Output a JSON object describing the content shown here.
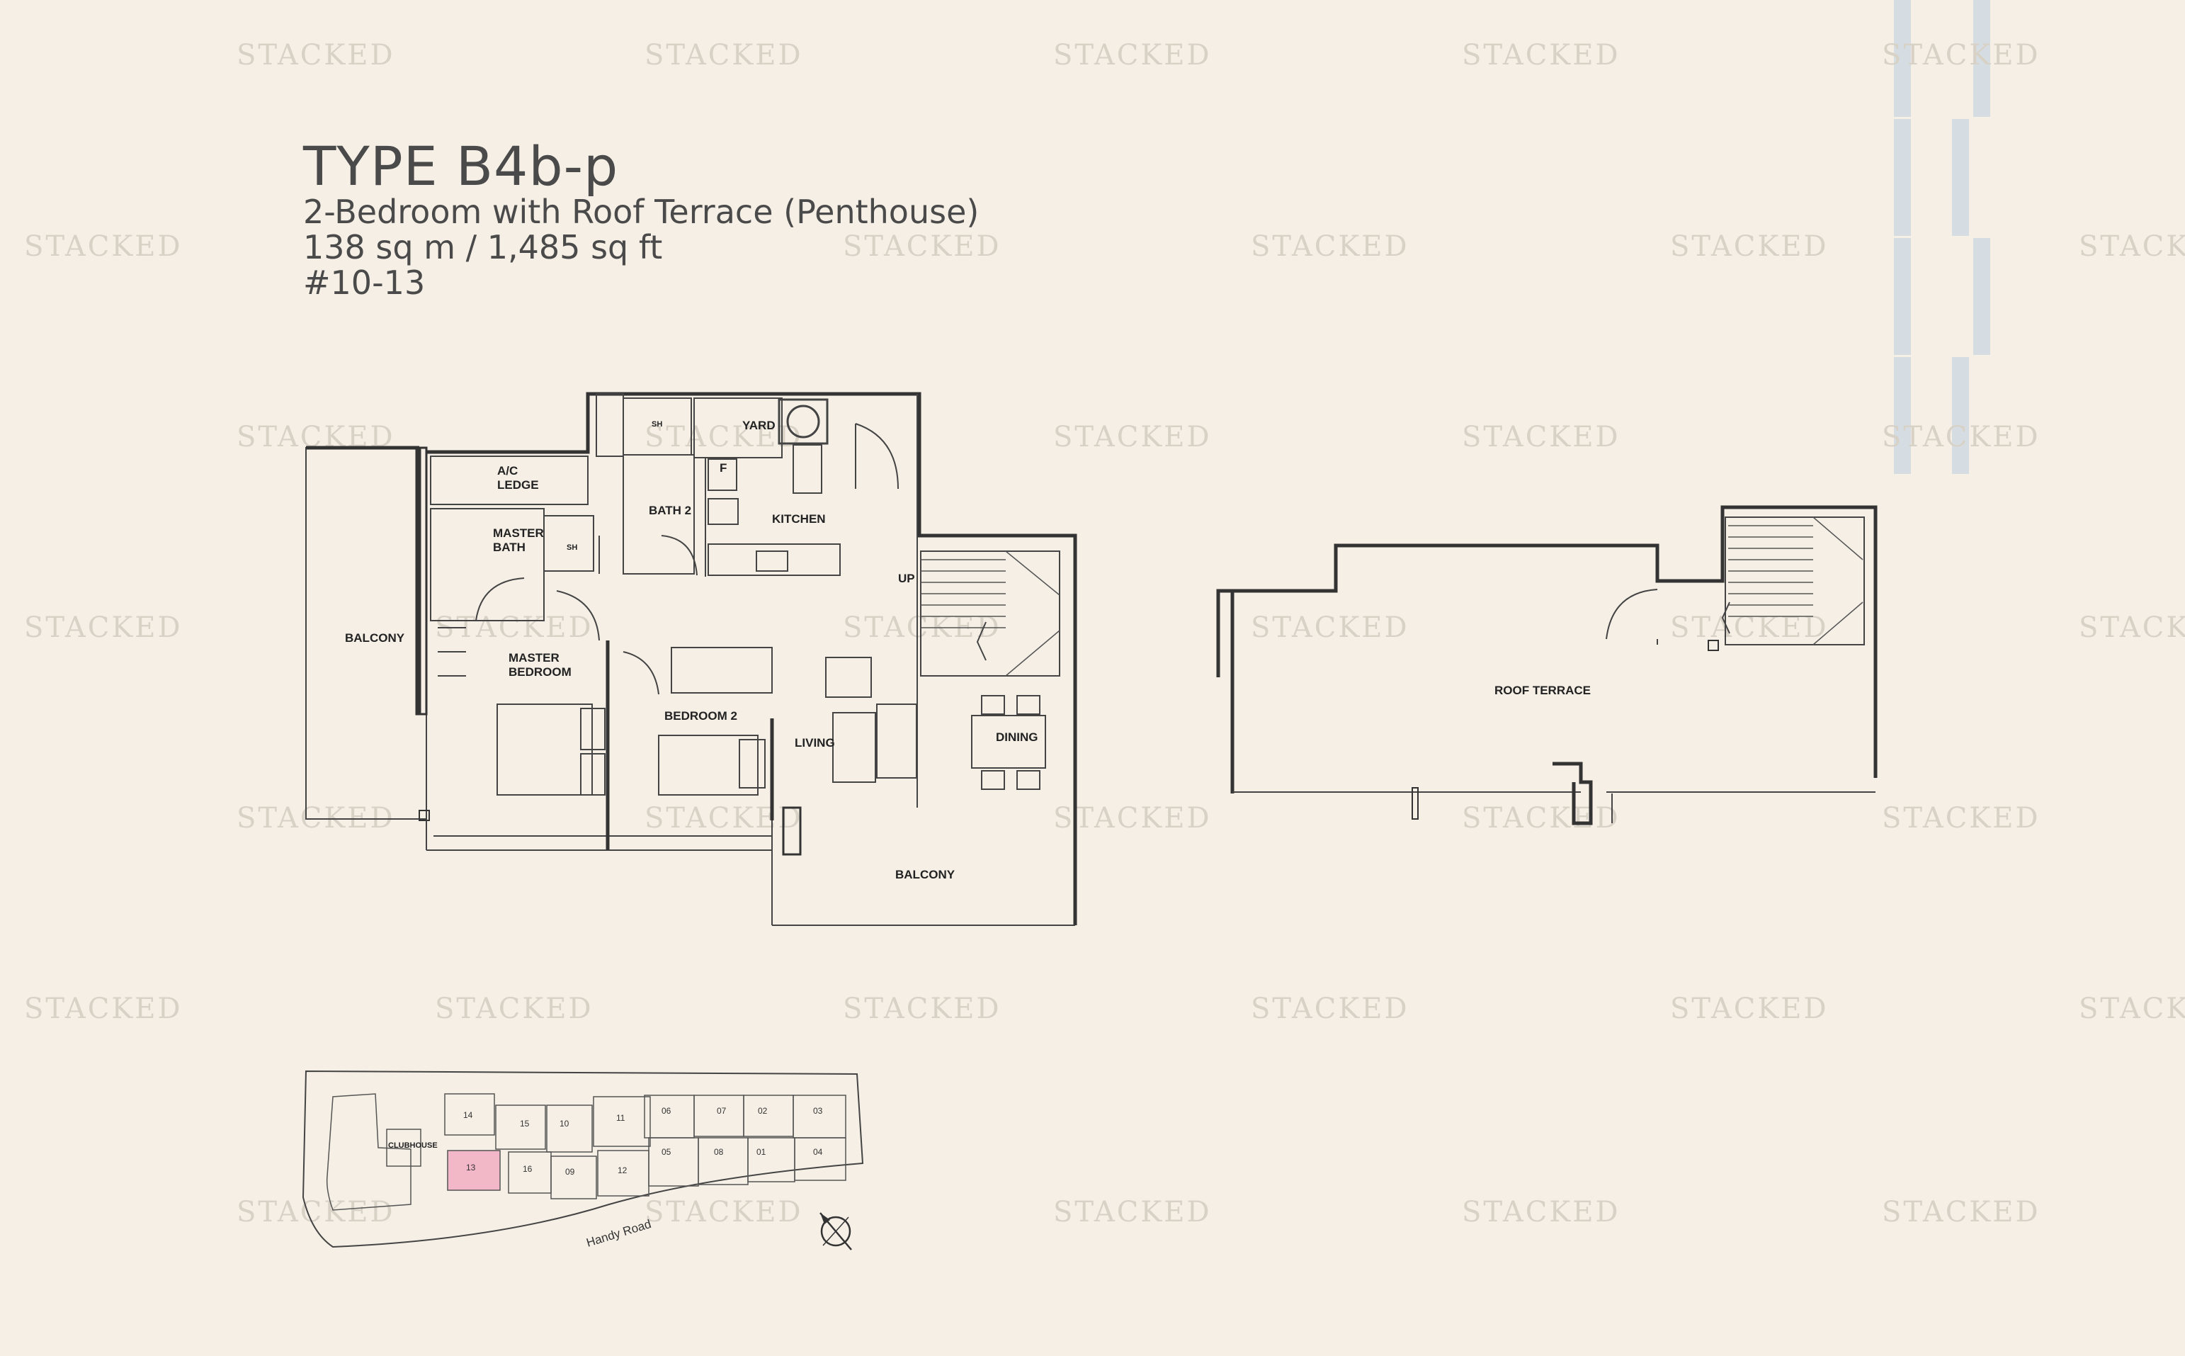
{
  "watermark": "STACKED",
  "header": {
    "unit_type": "TYPE B4b-p",
    "description": "2-Bedroom with Roof Terrace (Penthouse)",
    "area": "138 sq m / 1,485 sq ft",
    "unit_number": "#10-13"
  },
  "lower_floor": {
    "rooms": {
      "balcony_west": "BALCONY",
      "ac_ledge": "A/C LEDGE",
      "master_bath": "MASTER BATH",
      "sh_master": "SH",
      "sh_bath2": "SH",
      "bath2": "BATH 2",
      "yard": "YARD",
      "fridge": "F",
      "kitchen": "KITCHEN",
      "up": "UP",
      "master_bedroom": "MASTER BEDROOM",
      "bedroom2": "BEDROOM 2",
      "living": "LIVING",
      "dining": "DINING",
      "balcony_south": "BALCONY"
    }
  },
  "upper_floor": {
    "rooms": {
      "roof_terrace": "ROOF TERRACE"
    }
  },
  "site_plan": {
    "clubhouse": "CLUBHOUSE",
    "road": "Handy Road",
    "highlight_color": "#f3b8c8",
    "highlighted_unit": "13",
    "units": [
      "14",
      "15",
      "10",
      "11",
      "06",
      "07",
      "02",
      "03",
      "13",
      "16",
      "09",
      "12",
      "05",
      "08",
      "01",
      "04"
    ]
  }
}
